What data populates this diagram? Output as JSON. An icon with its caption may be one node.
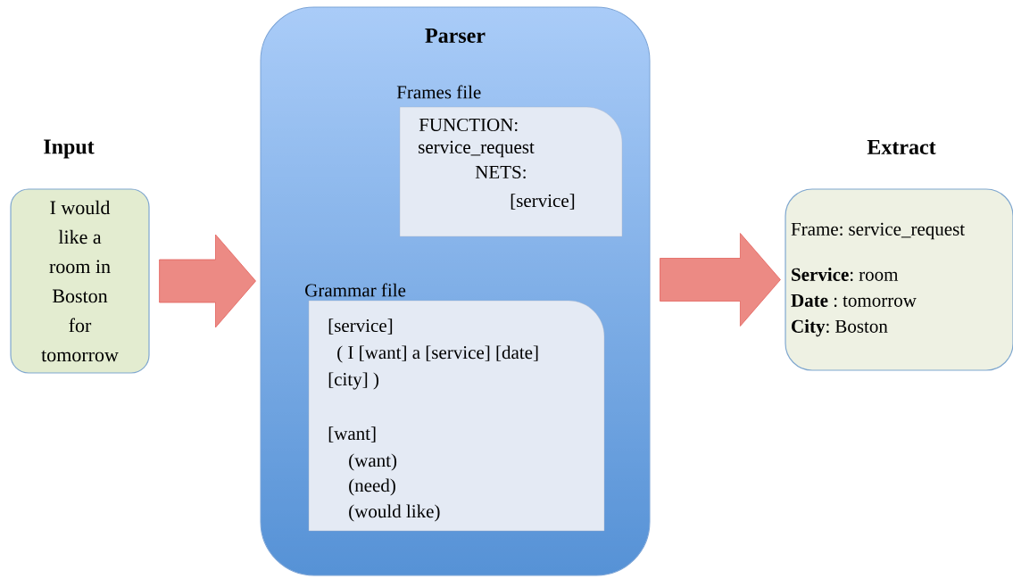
{
  "diagram": {
    "nodes": [
      {
        "text": [
          "Input",
          "I would like a room in Boston for tomorrow"
        ]
      },
      {
        "text": [
          "Parser"
        ]
      },
      {
        "text": [
          "Frames file",
          "FUNCTION:",
          "service_request",
          "NETS:",
          "[service]"
        ],
        "in": 1
      },
      {
        "text": [
          "Grammar file",
          "[service]",
          "( I [want] a [service] [date] [city] )",
          "[want]",
          "(want)",
          "(need)",
          "(would like)"
        ],
        "in": 1
      },
      {
        "text": [
          "Extract",
          "Frame: service_request",
          "**Service**: room",
          "**Date** : tomorrow",
          "**City**: Boston"
        ]
      }
    ],
    "edges": [
      {
        "from": 0,
        "to": 1,
        "arrow": "to"
      },
      {
        "from": 1,
        "to": 4,
        "arrow": "to"
      }
    ]
  }
}
